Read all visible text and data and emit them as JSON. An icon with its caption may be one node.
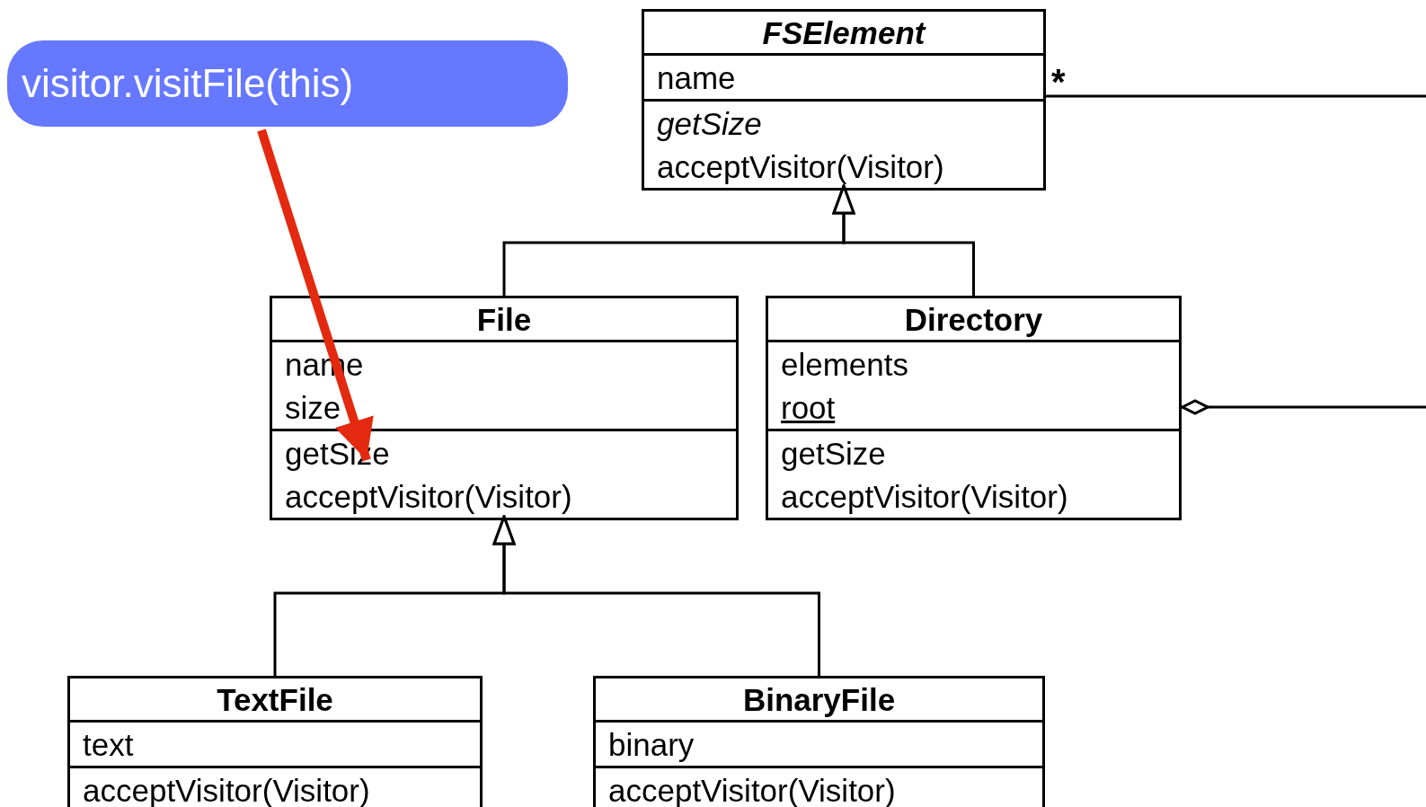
{
  "diagram": {
    "nodes": [
      {
        "text": [
          "visitor.visitFile(this)"
        ]
      },
      {
        "text": [
          "FSElement",
          "name",
          "getSize",
          "acceptVisitor(Visitor)"
        ]
      },
      {
        "text": [
          "File",
          "name",
          "size",
          "getSize",
          "acceptVisitor(Visitor)"
        ]
      },
      {
        "text": [
          "Directory",
          "elements",
          "root",
          "getSize",
          "acceptVisitor(Visitor)"
        ]
      },
      {
        "text": [
          "TextFile",
          "text",
          "acceptVisitor(Visitor)"
        ]
      },
      {
        "text": [
          "BinaryFile",
          "binary",
          "acceptVisitor(Visitor)"
        ]
      }
    ],
    "edges": [
      {
        "from": 2,
        "to": 1,
        "arrow": "to"
      },
      {
        "from": 3,
        "to": 1,
        "arrow": "to"
      },
      {
        "from": 4,
        "to": 2,
        "arrow": "to"
      },
      {
        "from": 5,
        "to": 2,
        "arrow": "to"
      },
      {
        "from": 1,
        "to": null,
        "arrow": "none",
        "label": "*"
      },
      {
        "from": 3,
        "to": null,
        "arrow": "other"
      },
      {
        "from": 0,
        "to": 2,
        "arrow": "to",
        "style": "thick",
        "color": "#e3290f"
      }
    ]
  }
}
